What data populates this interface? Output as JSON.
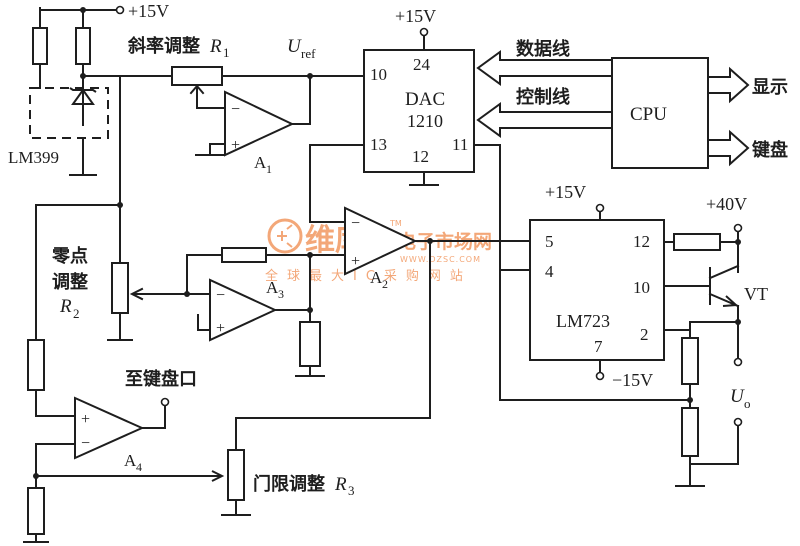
{
  "supplies": {
    "top_left": "+15V",
    "dac": "+15V",
    "lm723": "+15V",
    "lm723_neg": "−15V",
    "vt": "+40V"
  },
  "blocks": {
    "dac_line1": "DAC",
    "dac_line2": "1210",
    "cpu": "CPU",
    "lm723": "LM723",
    "lm399": "LM399"
  },
  "pins": {
    "dac_10": "10",
    "dac_24": "24",
    "dac_13": "13",
    "dac_12": "12",
    "dac_11": "11",
    "lm723_5": "5",
    "lm723_4": "4",
    "lm723_12": "12",
    "lm723_10": "10",
    "lm723_2": "2",
    "lm723_7": "7"
  },
  "opamps": {
    "a1": "A",
    "a2": "A",
    "a3": "A",
    "a4": "A",
    "sub1": "1",
    "sub2": "2",
    "sub3": "3",
    "sub4": "4"
  },
  "labels": {
    "slope_cn": "斜率调整",
    "r1": "R",
    "r1_sub": "1",
    "uref": "U",
    "uref_sub": "ref",
    "data_bus": "数据线",
    "ctrl_bus": "控制线",
    "display": "显示",
    "keyboard": "键盘",
    "zero_cn1": "零点",
    "zero_cn2": "调整",
    "r2": "R",
    "r2_sub": "2",
    "to_keyboard": "至键盘口",
    "threshold_cn": "门限调整",
    "r3": "R",
    "r3_sub": "3",
    "vt": "VT",
    "uo": "U",
    "uo_sub": "o",
    "minus": "−",
    "plus": "+"
  },
  "watermark": {
    "brand": "维库",
    "tm": "TM",
    "cn": "电子市场网",
    "url": "WWW.DZSC.COM",
    "slogan": "全球最大IC采购网站"
  },
  "colors": {
    "ink": "#1e1e1e",
    "watermark": "#f08a4b"
  }
}
